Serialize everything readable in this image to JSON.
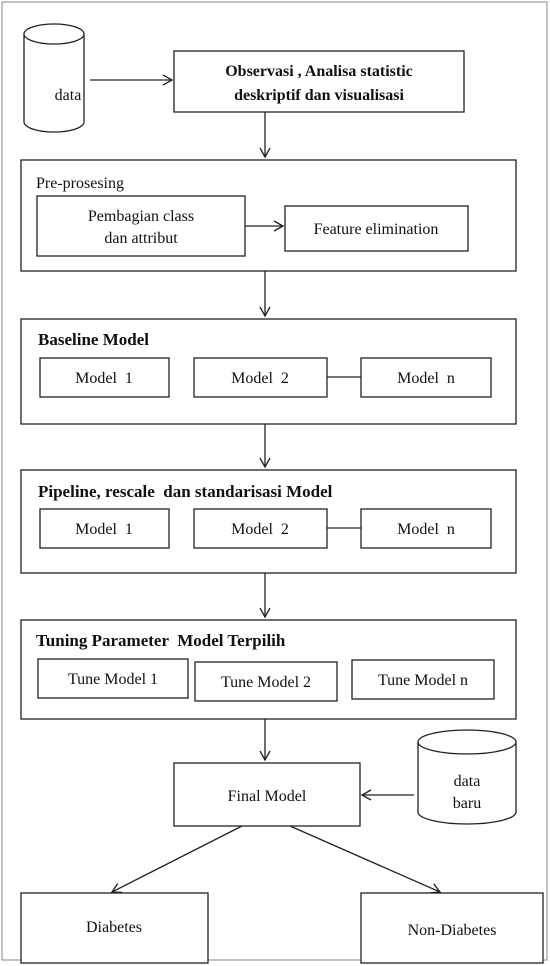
{
  "data_source": "data",
  "observasi": {
    "line1": "Observasi , Analisa statistic",
    "line2": "deskriptif dan visualisasi"
  },
  "preprocessing": {
    "title": "Pre-prosesing",
    "step1_line1": "Pembagian class",
    "step1_line2": "dan attribut",
    "step2": "Feature elimination"
  },
  "baseline": {
    "title": "Baseline Model",
    "models": [
      "Model  1",
      "Model  2",
      "Model  n"
    ]
  },
  "pipeline": {
    "title": "Pipeline, rescale  dan standarisasi Model",
    "models": [
      "Model  1",
      "Model  2",
      "Model  n"
    ]
  },
  "tuning": {
    "title": "Tuning Parameter  Model Terpilih",
    "models": [
      "Tune Model 1",
      "Tune Model 2",
      "Tune Model n"
    ]
  },
  "final_model": "Final Model",
  "new_data": {
    "line1": "data",
    "line2": "baru"
  },
  "outcomes": {
    "diabetes": "Diabetes",
    "non_diabetes": "Non-Diabetes"
  }
}
